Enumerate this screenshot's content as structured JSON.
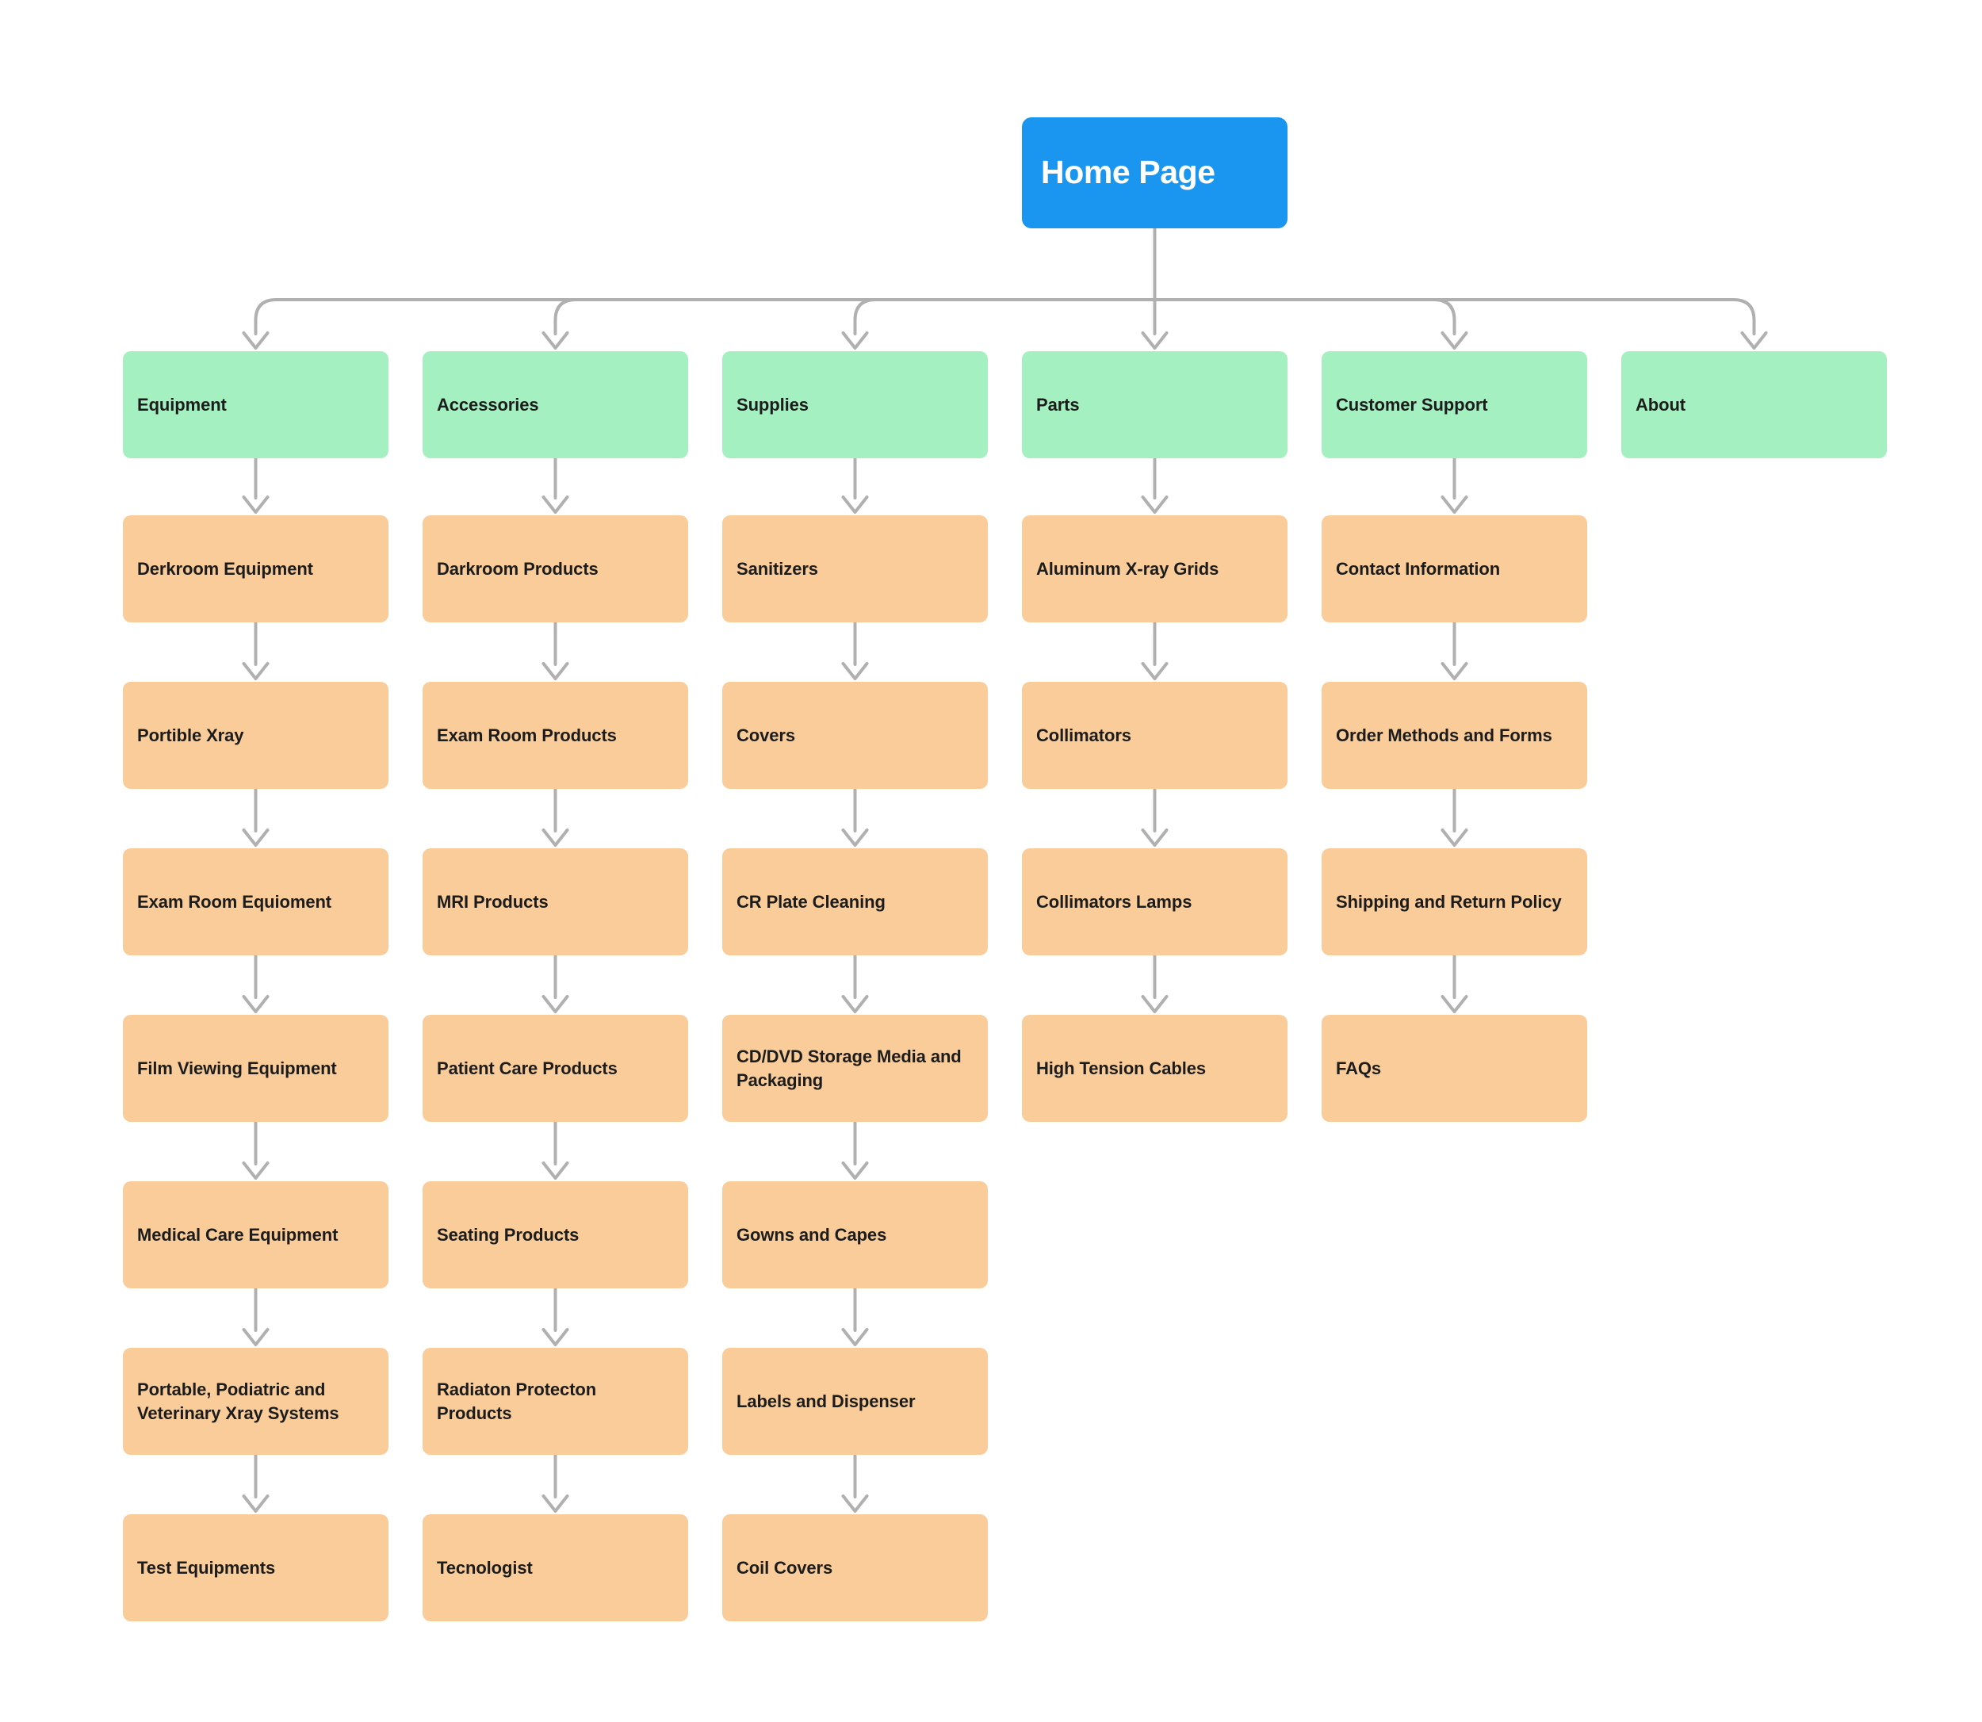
{
  "diagram": {
    "type": "sitemap-tree",
    "title": "Home Page",
    "colors": {
      "root": "#1a96f0",
      "section": "#a5f0c0",
      "page": "#f9cc9a",
      "connector": "#b0b0b0",
      "background": "#ffffff",
      "text": "#1c1c1c",
      "root_text": "#ffffff"
    },
    "root": {
      "label": "Home Page"
    },
    "columns": [
      {
        "section": "Equipment",
        "pages": [
          "Derkroom Equipment",
          "Portible Xray",
          "Exam Room Equioment",
          "Film Viewing Equipment",
          "Medical Care Equipment",
          "Portable, Podiatric and Veterinary Xray Systems",
          "Test Equipments"
        ]
      },
      {
        "section": "Accessories",
        "pages": [
          "Darkroom Products",
          "Exam Room Products",
          "MRI Products",
          "Patient Care Products",
          "Seating Products",
          "Radiaton Protecton Products",
          "Tecnologist"
        ]
      },
      {
        "section": "Supplies",
        "pages": [
          "Sanitizers",
          "Covers",
          "CR Plate Cleaning",
          "CD/DVD Storage Media and Packaging",
          "Gowns and Capes",
          "Labels and Dispenser",
          "Coil Covers"
        ]
      },
      {
        "section": "Parts",
        "pages": [
          "Aluminum X-ray Grids",
          "Collimators",
          "Collimators Lamps",
          "High Tension Cables"
        ]
      },
      {
        "section": "Customer Support",
        "pages": [
          "Contact Information",
          "Order Methods and Forms",
          "Shipping and Return Policy",
          "FAQs"
        ]
      },
      {
        "section": "About",
        "pages": []
      }
    ]
  }
}
